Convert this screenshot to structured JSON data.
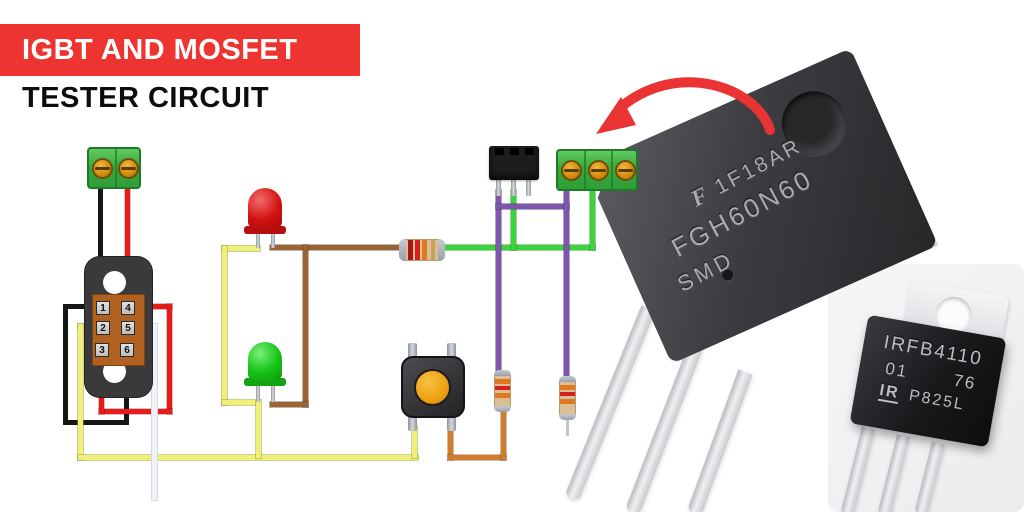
{
  "title": {
    "banner": "IGBT AND MOSFET",
    "subtitle": "TESTER CIRCUIT"
  },
  "colors": {
    "banner_red": "#ee3430",
    "arrow_red": "#ea3434",
    "wire_black": "#161616",
    "wire_red": "#e51c1c",
    "wire_yellow": "#efef7a",
    "wire_white": "#eef1f6",
    "wire_brown": "#9b6434",
    "wire_orange": "#d07c2e",
    "wire_green": "#3ed23e",
    "wire_purple": "#7e57ad",
    "terminal_green": "#3aa83a",
    "led_red": "#d31212",
    "led_green": "#16c316"
  },
  "socket": {
    "pins": [
      "1",
      "4",
      "2",
      "5",
      "3",
      "6"
    ]
  },
  "igbt": {
    "logo": "F",
    "marking_line1": "1F18AR",
    "marking_line2": "FGH60N60",
    "marking_line3": "SMD"
  },
  "mosfet": {
    "marking_line1": "IRFB4110",
    "marking_line2_left": "01",
    "marking_line2_right": "76",
    "brand": "IR",
    "marking_line3": "P825L"
  }
}
